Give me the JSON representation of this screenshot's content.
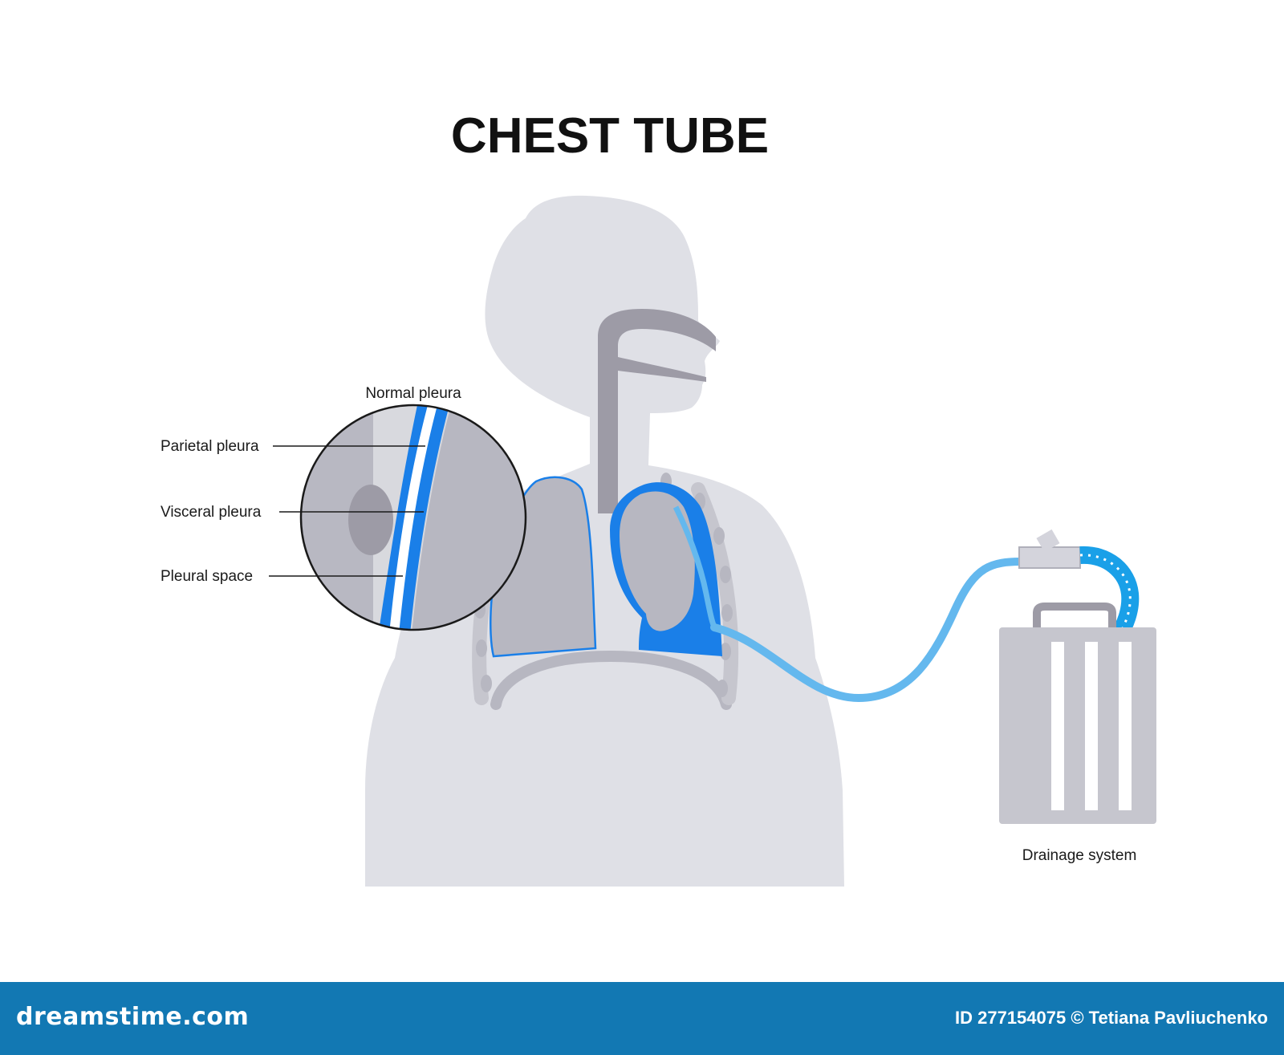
{
  "title": "CHEST TUBE",
  "labels": {
    "normal_pleura": "Normal pleura",
    "parietal_pleura": "Parietal pleura",
    "visceral_pleura": "Visceral pleura",
    "pleural_space": "Pleural space",
    "drainage_system": "Drainage system"
  },
  "footer": {
    "brand": "dreamstime.com",
    "credit": "ID 277154075 © Tetiana Pavliuchenko"
  },
  "colors": {
    "body_silhouette": "#dfe0e6",
    "airway": "#9d9ba6",
    "lung": "#b7b7c1",
    "pleura_blue": "#1a7fe8",
    "tube_blue": "#64b8ee",
    "footer_bg": "#1278b3"
  }
}
